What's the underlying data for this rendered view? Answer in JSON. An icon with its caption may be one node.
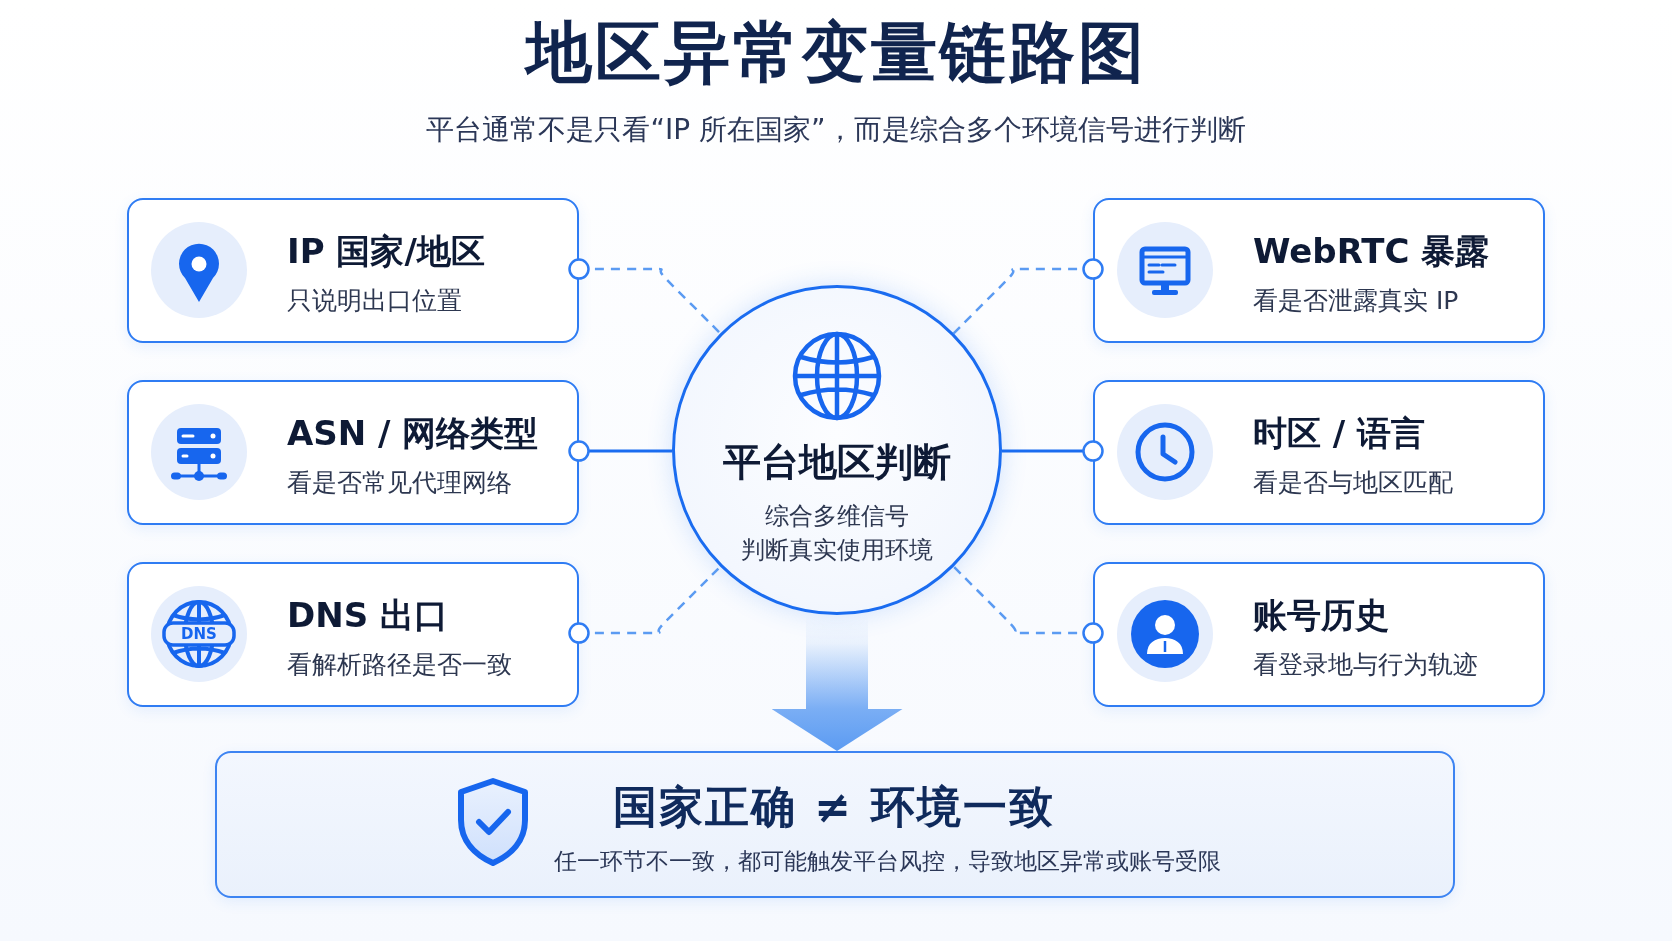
{
  "diagram": {
    "title": "地区异常变量链路图",
    "nodes": [
      {
        "text": [
          "IP 国家/地区",
          "只说明出口位置"
        ]
      },
      {
        "text": [
          "WebRTC 暴露",
          "看是否泄露真实 IP"
        ]
      },
      {
        "text": [
          "ASN / 网络类型",
          "看是否常见代理网络"
        ]
      },
      {
        "text": [
          "平台地区判断",
          "综合多维信号",
          "判断真实使用环境"
        ]
      },
      {
        "text": [
          "时区 / 语言",
          "看是否与地区匹配"
        ]
      },
      {
        "text": [
          "DNS 出口",
          "看解析路径是否一致"
        ]
      },
      {
        "text": [
          "账号历史",
          "看登录地与行为轨迹"
        ]
      },
      {
        "text": [
          "国家正确 ≠ 环境一致",
          "任一环节不一致，都可能触发平台风控，导致地区异常或账号受限"
        ]
      }
    ],
    "edges": [
      {
        "from": 0,
        "to": 3,
        "arrow": "other",
        "style": "dashed"
      },
      {
        "from": 1,
        "to": 3,
        "arrow": "other",
        "style": "dashed"
      },
      {
        "from": 2,
        "to": 3,
        "arrow": "other",
        "color": "#1a6cf0"
      },
      {
        "from": 4,
        "to": 3,
        "arrow": "other",
        "color": "#1a6cf0"
      },
      {
        "from": 5,
        "to": 3,
        "arrow": "other",
        "style": "dashed"
      },
      {
        "from": 6,
        "to": 3,
        "arrow": "other",
        "style": "dashed"
      },
      {
        "from": 3,
        "to": 7,
        "arrow": "to",
        "style": "thick"
      }
    ],
    "labels": [
      "平台通常不是只看“IP 所在国家”，而是综合多个环境信号进行判断",
      "DNS"
    ]
  }
}
